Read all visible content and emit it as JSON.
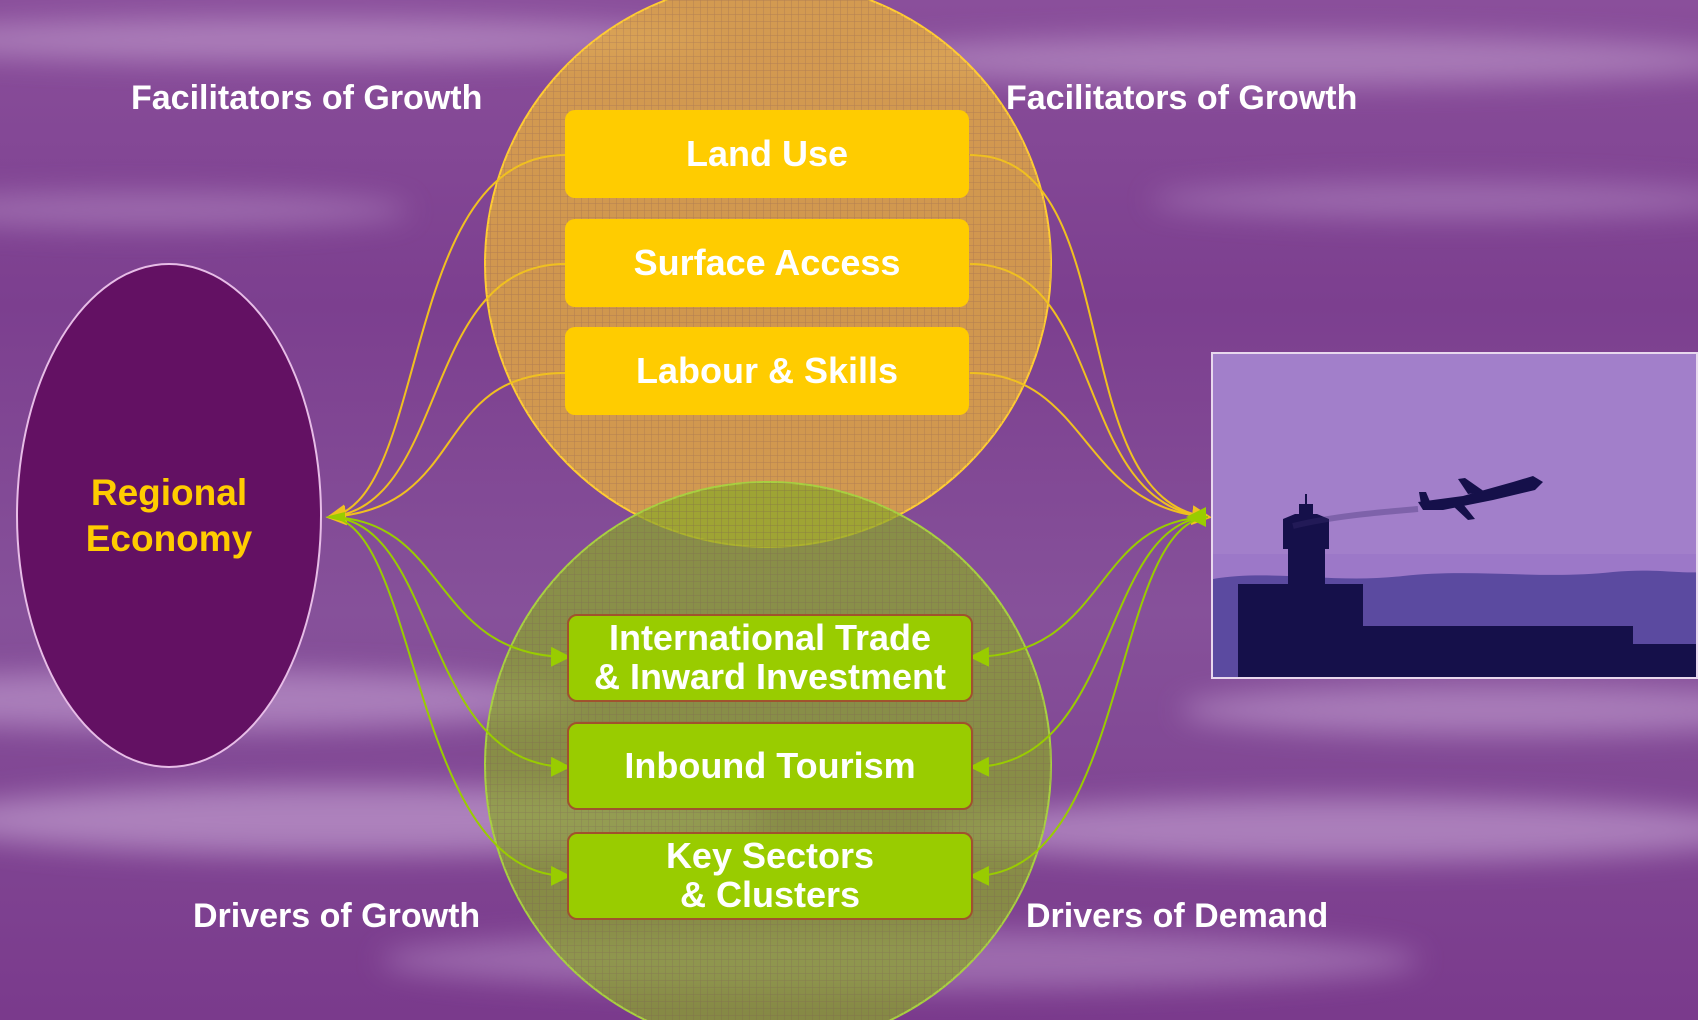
{
  "labels": {
    "top_left": "Facilitators of Growth",
    "top_right": "Facilitators of Growth",
    "bottom_left": "Drivers of Growth",
    "bottom_right": "Drivers of Demand"
  },
  "economy": {
    "label": "Regional\nEconomy"
  },
  "facilitators": [
    {
      "label": "Land Use"
    },
    {
      "label": "Surface Access"
    },
    {
      "label": "Labour & Skills"
    }
  ],
  "drivers": [
    {
      "label": "International Trade\n& Inward Investment"
    },
    {
      "label": "Inbound Tourism"
    },
    {
      "label": "Key Sectors\n& Clusters"
    }
  ],
  "colors": {
    "facilitator_fill": "#ffcc00",
    "driver_fill": "#99cc00",
    "economy_fill": "#631163",
    "economy_text": "#ffcc00",
    "label_text": "#ffffff"
  }
}
